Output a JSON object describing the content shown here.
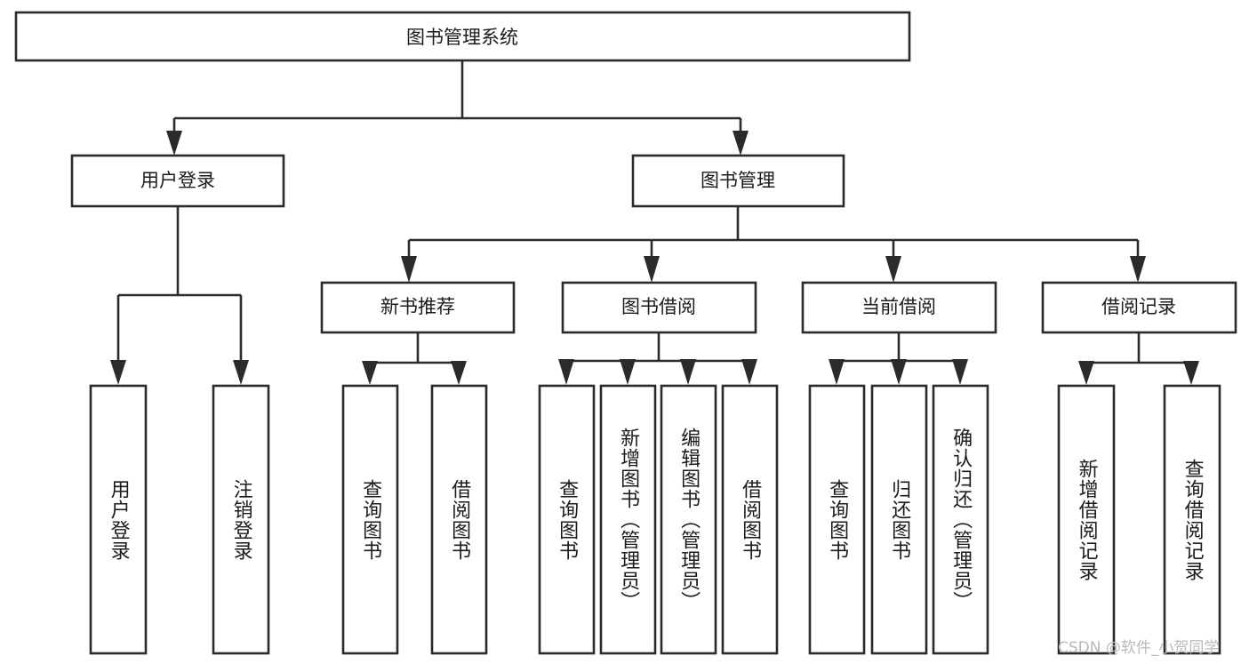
{
  "diagram": {
    "title": "图书管理系统",
    "type": "hierarchy-tree",
    "orientation": "top-down",
    "colors": {
      "background": "#ffffff",
      "box_fill": "#ffffff",
      "box_stroke": "#2b2b2b",
      "connector": "#2b2b2b",
      "text": "#1b1b1b",
      "watermark": "#b9b9b9"
    },
    "root": {
      "id": "root",
      "label": "图书管理系统"
    },
    "level2": [
      {
        "id": "user-login",
        "label": "用户登录"
      },
      {
        "id": "book-manage",
        "label": "图书管理"
      }
    ],
    "level3": [
      {
        "id": "new-book-rec",
        "label": "新书推荐",
        "parent": "book-manage"
      },
      {
        "id": "book-borrow",
        "label": "图书借阅",
        "parent": "book-manage"
      },
      {
        "id": "current-borrow",
        "label": "当前借阅",
        "parent": "book-manage"
      },
      {
        "id": "borrow-record",
        "label": "借阅记录",
        "parent": "book-manage"
      }
    ],
    "leaves": [
      {
        "id": "leaf-user-login",
        "label": "用户登录",
        "parent": "user-login"
      },
      {
        "id": "leaf-logout",
        "label": "注销登录",
        "parent": "user-login"
      },
      {
        "id": "leaf-query-book-1",
        "label": "查询图书",
        "parent": "new-book-rec"
      },
      {
        "id": "leaf-borrow-book-1",
        "label": "借阅图书",
        "parent": "new-book-rec"
      },
      {
        "id": "leaf-query-book-2",
        "label": "查询图书",
        "parent": "book-borrow"
      },
      {
        "id": "leaf-add-book",
        "label": "新增图书（管理员）",
        "parent": "book-borrow"
      },
      {
        "id": "leaf-edit-book",
        "label": "编辑图书（管理员）",
        "parent": "book-borrow"
      },
      {
        "id": "leaf-borrow-book-2",
        "label": "借阅图书",
        "parent": "book-borrow"
      },
      {
        "id": "leaf-query-book-3",
        "label": "查询图书",
        "parent": "current-borrow"
      },
      {
        "id": "leaf-return-book",
        "label": "归还图书",
        "parent": "current-borrow"
      },
      {
        "id": "leaf-confirm-return",
        "label": "确认归还（管理员）",
        "parent": "current-borrow"
      },
      {
        "id": "leaf-add-record",
        "label": "新增借阅记录",
        "parent": "borrow-record"
      },
      {
        "id": "leaf-query-record",
        "label": "查询借阅记录",
        "parent": "borrow-record"
      }
    ]
  },
  "watermark": {
    "text": "CSDN @软件_小贺同学"
  }
}
